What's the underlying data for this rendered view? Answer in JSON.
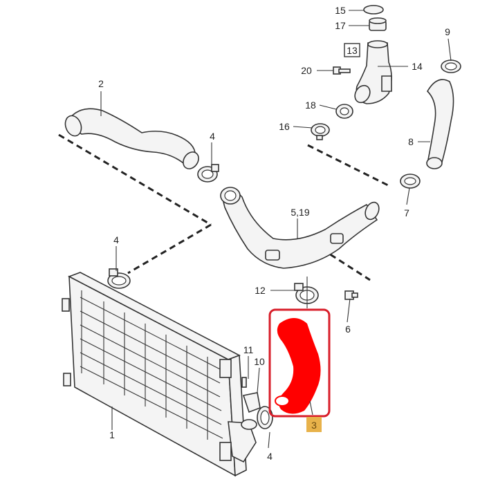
{
  "diagram": {
    "highlight_color": "#ff0000",
    "callout_color": "#e8b24a",
    "box_color": "#d81e2a",
    "labels": {
      "p1": "1",
      "p2": "2",
      "p3": "3",
      "p4a": "4",
      "p4b": "4",
      "p4c": "4",
      "p519": "5,19",
      "p6": "6",
      "p7": "7",
      "p8": "8",
      "p9": "9",
      "p10": "10",
      "p11": "11",
      "p12": "12",
      "p13": "13",
      "p14": "14",
      "p15": "15",
      "p16": "16",
      "p17": "17",
      "p18": "18",
      "p20": "20"
    }
  }
}
